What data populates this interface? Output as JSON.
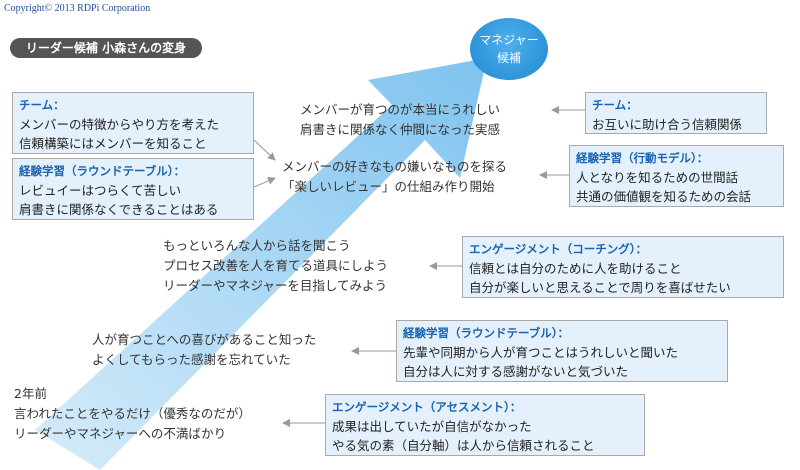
{
  "copyright": "Copyright© 2013 RDPi Corporation",
  "title": "リーダー候補 小森さんの変身",
  "goal": {
    "line1": "マネジャー",
    "line2": "候補"
  },
  "left_boxes": [
    {
      "header": "チーム：",
      "lines": [
        "メンバーの特徴からやり方を考えた",
        "信頼構築にはメンバーを知ること"
      ]
    },
    {
      "header": "経験学習（ラウンドテーブル）：",
      "lines": [
        "レビュイーはつらくて苦しい",
        "肩書きに関係なくできることはある"
      ]
    }
  ],
  "right_boxes": [
    {
      "header": "チーム：",
      "lines": [
        "お互いに助け合う信頼関係"
      ]
    },
    {
      "header": "経験学習（行動モデル）：",
      "lines": [
        "人となりを知るための世間話",
        "共通の価値観を知るための会話"
      ]
    },
    {
      "header": "エンゲージメント（コーチング）：",
      "lines": [
        "信頼とは自分のために人を助けること",
        "自分が楽しいと思えることで周りを喜ばせたい"
      ]
    },
    {
      "header": "経験学習（ラウンドテーブル）：",
      "lines": [
        "先輩や同期から人が育つことはうれしいと聞いた",
        "自分は人に対する感謝がないと気づいた"
      ]
    },
    {
      "header": "エンゲージメント（アセスメント）：",
      "lines": [
        "成果は出していたが自信がなかった",
        "やる気の素（自分軸）は人から信頼されること"
      ]
    }
  ],
  "stages": [
    {
      "lines": [
        "メンバーが育つのが本当にうれしい",
        "肩書きに関係なく仲間になった実感"
      ]
    },
    {
      "lines": [
        "メンバーの好きなもの嫌いなものを探る",
        "「楽しいレビュー」の仕組み作り開始"
      ]
    },
    {
      "lines": [
        "もっといろんな人から話を聞こう",
        "プロセス改善を人を育てる道具にしよう",
        "リーダーやマネジャーを目指してみよう"
      ]
    },
    {
      "lines": [
        "人が育つことへの喜びがあること知った",
        "よくしてもらった感謝を忘れていた"
      ]
    },
    {
      "lines": [
        "2年前",
        "言われたことをやるだけ（優秀なのだが）",
        "リーダーやマネジャーへの不満ばかり"
      ]
    }
  ],
  "colors": {
    "arrow": "#7fc3ef",
    "box_bg": "#e4f0fb",
    "goal": "#1e88d2",
    "header": "#1a63b0",
    "pill": "#555555"
  }
}
